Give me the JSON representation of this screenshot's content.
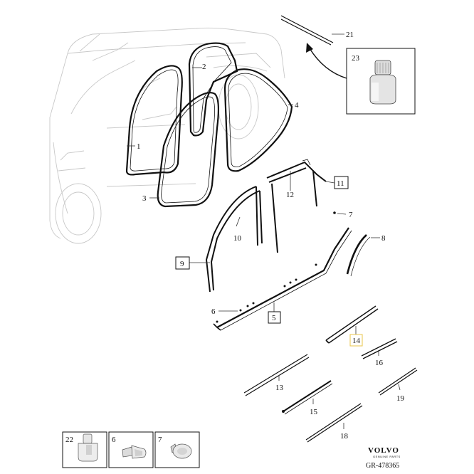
{
  "callouts": {
    "c1": "1",
    "c2": "2",
    "c3": "3",
    "c4": "4",
    "c5": "5",
    "c6": "6",
    "c7": "7",
    "c8": "8",
    "c9": "9",
    "c10": "10",
    "c11": "11",
    "c12": "12",
    "c13": "13",
    "c14": "14",
    "c15": "15",
    "c16": "16",
    "c18": "18",
    "c19": "19",
    "c21": "21",
    "c23": "23"
  },
  "legend": {
    "l22": "22",
    "l6": "6",
    "l7": "7"
  },
  "brand": {
    "name": "VOLVO",
    "sub": "GENUINE PARTS",
    "ref": "GR-478365"
  },
  "colors": {
    "line": "#111111",
    "ghost": "#c8c8c8",
    "highlight": "#e8c54a"
  }
}
